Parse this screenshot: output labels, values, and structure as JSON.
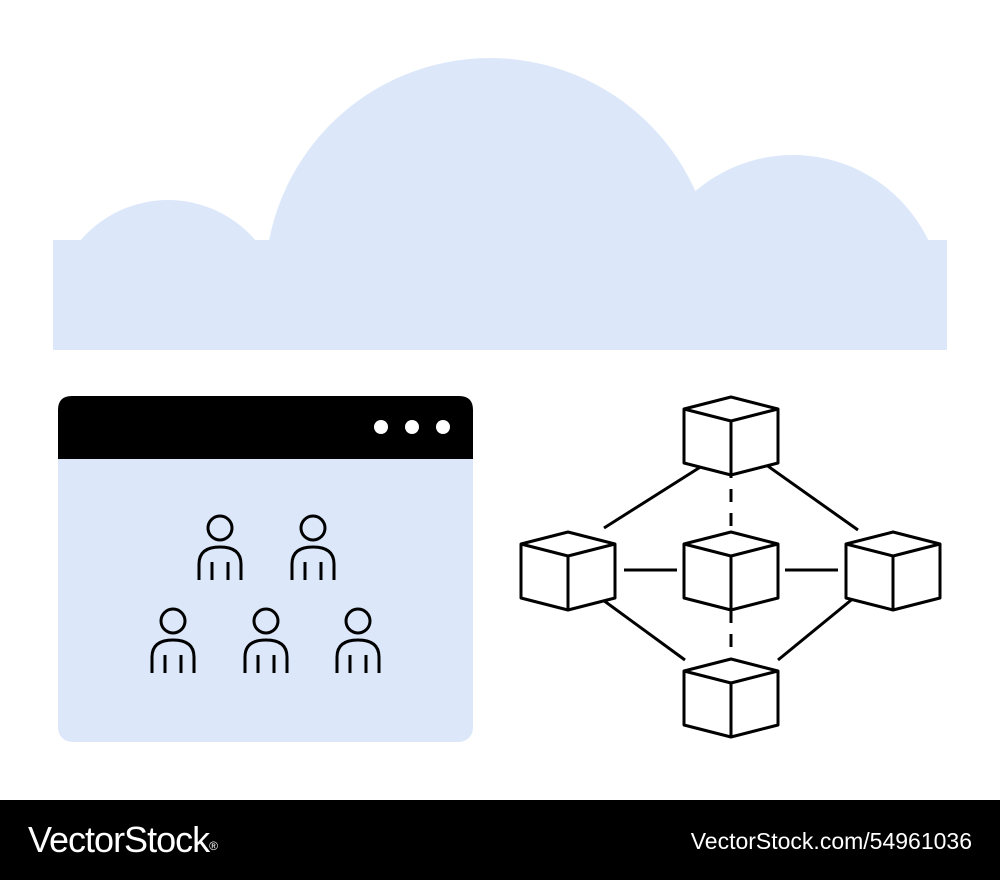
{
  "colors": {
    "cloud_fill": "#dce8fa",
    "window_fill": "#dce8fa",
    "window_titlebar": "#000000",
    "stroke": "#000000",
    "dots": "#ffffff",
    "footer_bg": "#000000",
    "footer_text": "#ffffff"
  },
  "illustration": {
    "cloud_icon": "cloud-icon",
    "window_icon": "browser-window-icon",
    "window_dot_count": 3,
    "person_icon": "person-icon",
    "person_count": 5,
    "cube_icon": "cube-icon",
    "cube_count": 5
  },
  "footer": {
    "brand": "VectorStock",
    "brand_mark": "®",
    "image_id": "VectorStock.com/54961036"
  }
}
